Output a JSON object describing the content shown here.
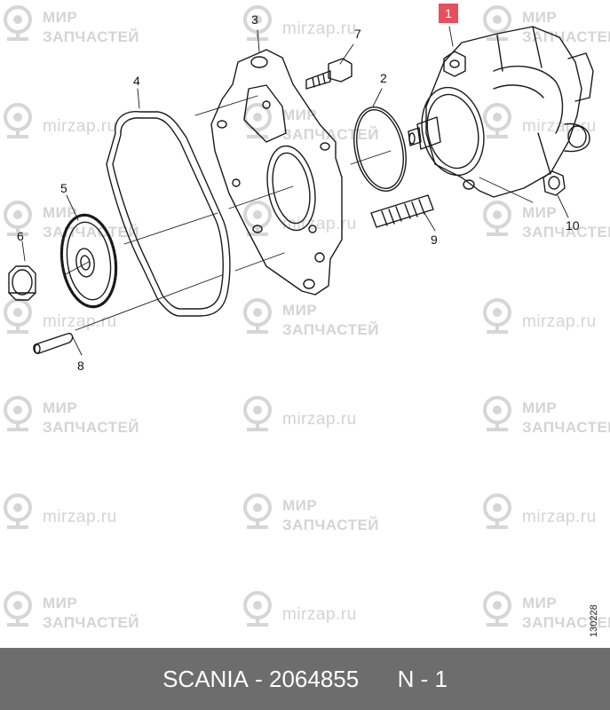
{
  "watermark": {
    "brand_line1": "МИР",
    "brand_line2": "ЗАПЧАСТЕЙ",
    "site": "mirzap.ru"
  },
  "callouts": {
    "c1": "1",
    "c2": "2",
    "c3": "3",
    "c4": "4",
    "c5": "5",
    "c6": "6",
    "c7": "7",
    "c8": "8",
    "c9": "9",
    "c10": "10"
  },
  "highlight_color": "#e4505c",
  "doc_code": "130228",
  "footer": {
    "brand": "SCANIA",
    "sep": " - ",
    "part_number": "2064855",
    "qty": "N - 1"
  }
}
